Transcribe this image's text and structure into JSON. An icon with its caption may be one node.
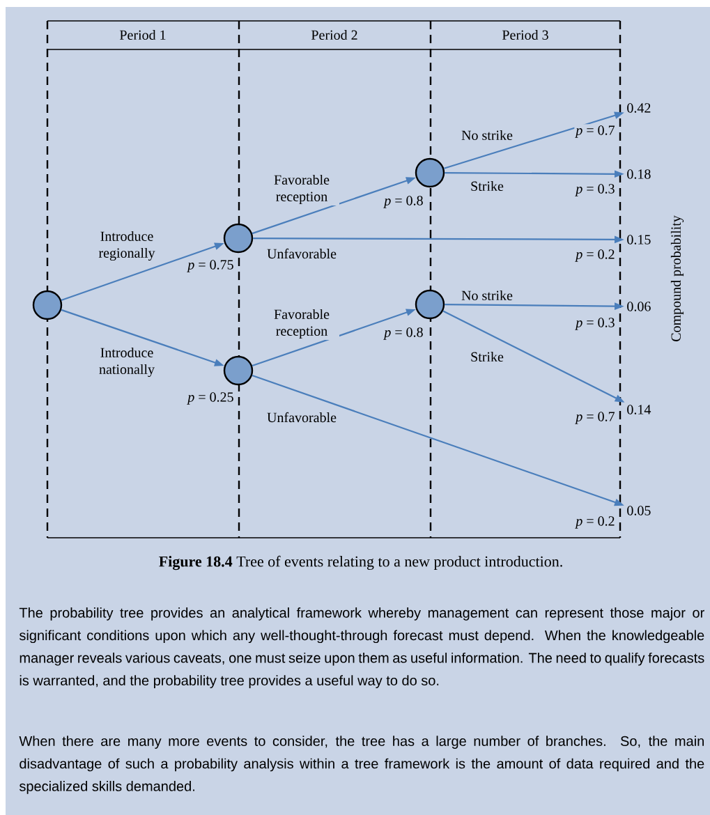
{
  "diagram": {
    "caption": "**Figure 18.4**   Tree of events relating to a new product introduction.",
    "nodes": [
      {
        "text": [
          "Period 1"
        ]
      },
      {
        "text": [
          "Period 2"
        ]
      },
      {
        "text": [
          "Period 3"
        ]
      },
      {
        "text": [],
        "shape": "circle"
      },
      {
        "text": [],
        "shape": "circle"
      },
      {
        "text": [],
        "shape": "circle"
      },
      {
        "text": [],
        "shape": "circle"
      },
      {
        "text": [],
        "shape": "circle"
      },
      {
        "text": [
          "0.42"
        ]
      },
      {
        "text": [
          "0.18"
        ]
      },
      {
        "text": [
          "0.15"
        ]
      },
      {
        "text": [
          "0.06"
        ]
      },
      {
        "text": [
          "0.14"
        ]
      },
      {
        "text": [
          "0.05"
        ]
      }
    ],
    "edges": [
      {
        "from": 3,
        "to": 4,
        "arrow": "to",
        "label": "Introduce regionally"
      },
      {
        "from": 3,
        "to": 5,
        "arrow": "to",
        "label": "Introduce nationally"
      },
      {
        "from": 4,
        "to": 6,
        "arrow": "to",
        "label": "Favorable reception"
      },
      {
        "from": 4,
        "to": 10,
        "arrow": "to",
        "label": "Unfavorable"
      },
      {
        "from": 5,
        "to": 7,
        "arrow": "to",
        "label": "Favorable reception"
      },
      {
        "from": 5,
        "to": 13,
        "arrow": "to",
        "label": "Unfavorable"
      },
      {
        "from": 6,
        "to": 8,
        "arrow": "to",
        "label": "No strike"
      },
      {
        "from": 6,
        "to": 9,
        "arrow": "to",
        "label": "Strike"
      },
      {
        "from": 7,
        "to": 11,
        "arrow": "to",
        "label": "No strike"
      },
      {
        "from": 7,
        "to": 12,
        "arrow": "to",
        "label": "Strike"
      }
    ],
    "labels": [
      "*p* = 0.7",
      "*p* = 0.3",
      "*p* = 0.8",
      "*p* = 0.2",
      "*p* = 0.75",
      "*p* = 0.3",
      "*p* = 0.8",
      "*p* = 0.25",
      "*p* = 0.7",
      "*p* = 0.2",
      "Compound probability",
      "The probability tree provides an analytical framework whereby management can represent those major or significant conditions upon which any well-thought-through forecast must depend. When the knowledgeable manager reveals various caveats, one must seize upon them as useful information. The need to qualify forecasts is warranted, and the probability tree provides a useful way to do so.",
      "When there are many more events to consider, the tree has a large number of branches. So, the main disadvantage of such a probability analysis within a tree framework is the amount of data required and the specialized skills demanded."
    ]
  }
}
